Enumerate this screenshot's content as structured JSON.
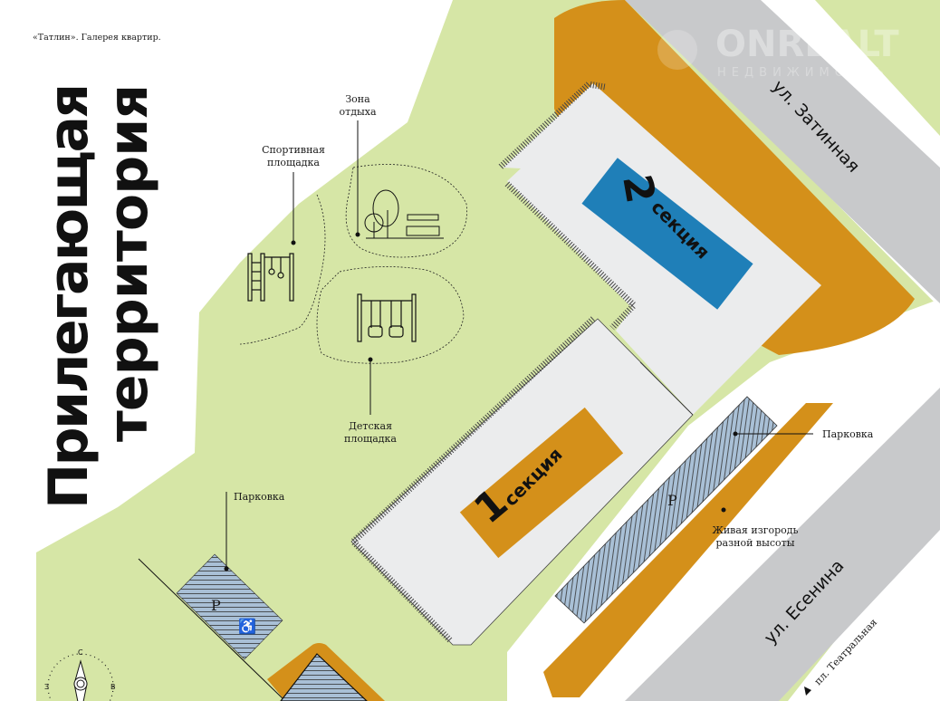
{
  "header": {
    "caption": "«Татлин». Галерея квартир."
  },
  "title": {
    "line1": "Прилегающая",
    "line2": "территория"
  },
  "watermark": {
    "brand": "ONREALT",
    "sub": "НЕДВИЖИМОСТЬ"
  },
  "sections": [
    {
      "number": "2",
      "label": "секция",
      "color": "#1f7fb8"
    },
    {
      "number": "1",
      "label": "секция",
      "color": "#d4901a"
    }
  ],
  "streets": {
    "zatinnaya": "ул. Затинная",
    "esenina": "ул. Есенина",
    "teatralnaya": "пл. Театральная"
  },
  "labels": {
    "sport_line1": "Спортивная",
    "sport_line2": "площадка",
    "rest_line1": "Зона",
    "rest_line2": "отдыха",
    "kids_line1": "Детская",
    "kids_line2": "площадка",
    "parking_left": "Парковка",
    "parking_right": "Парковка",
    "hedge_line1": "Живая изгородь",
    "hedge_line2": "разной высоты",
    "parking_symbol": "P",
    "parking_symbol_right": "P"
  },
  "compass": {
    "north": "С",
    "west": "З",
    "east": "В"
  },
  "colors": {
    "green": "#d6e6a6",
    "orange": "#d4901a",
    "blue": "#1f7fb8",
    "street": "#c8c9cb",
    "building": "#ebeced",
    "parking": "#a9c0d6"
  }
}
